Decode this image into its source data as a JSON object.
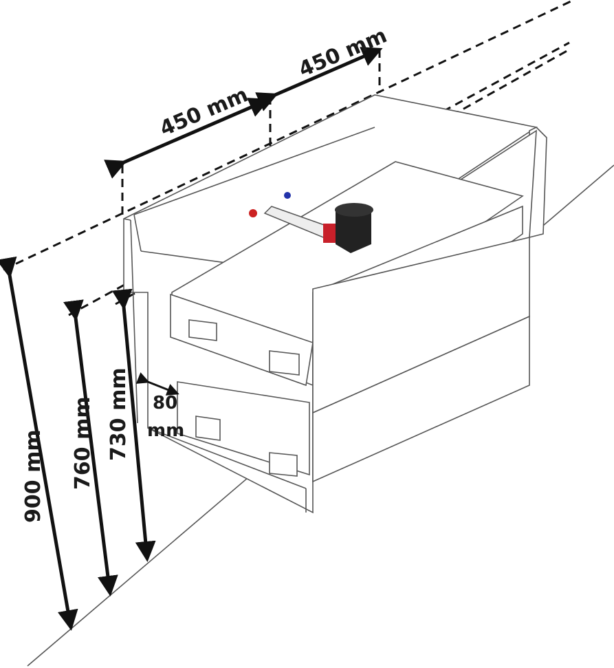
{
  "diagram": {
    "title": "Vanity cabinet with drawers and siphon dimensions",
    "labels": {
      "width_left": "450 mm",
      "width_right": "450 mm",
      "height_total": "900 mm",
      "height_upper": "760 mm",
      "height_lower": "730 mm",
      "inset_value": "80",
      "inset_unit": "mm"
    },
    "colors": {
      "hot_pipe": "#cc2222",
      "cold_pipe": "#2233aa",
      "siphon": "#222222",
      "siphon_ring": "#c8202a"
    }
  }
}
